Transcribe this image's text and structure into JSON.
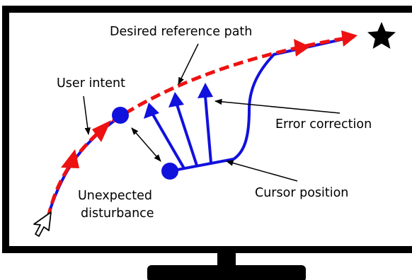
{
  "labels": {
    "desired_path": "Desired reference path",
    "user_intent": "User intent",
    "error_correction": "Error correction",
    "cursor_position": "Cursor position",
    "unexpected_line1": "Unexpected",
    "unexpected_line2": "disturbance"
  },
  "icons": {
    "goal": "star-icon",
    "start": "mouse-cursor-icon"
  },
  "colors": {
    "reference_path": "#ee1111",
    "cursor_path": "#1111dd",
    "monitor_frame": "#000000",
    "background": "#ffffff"
  }
}
